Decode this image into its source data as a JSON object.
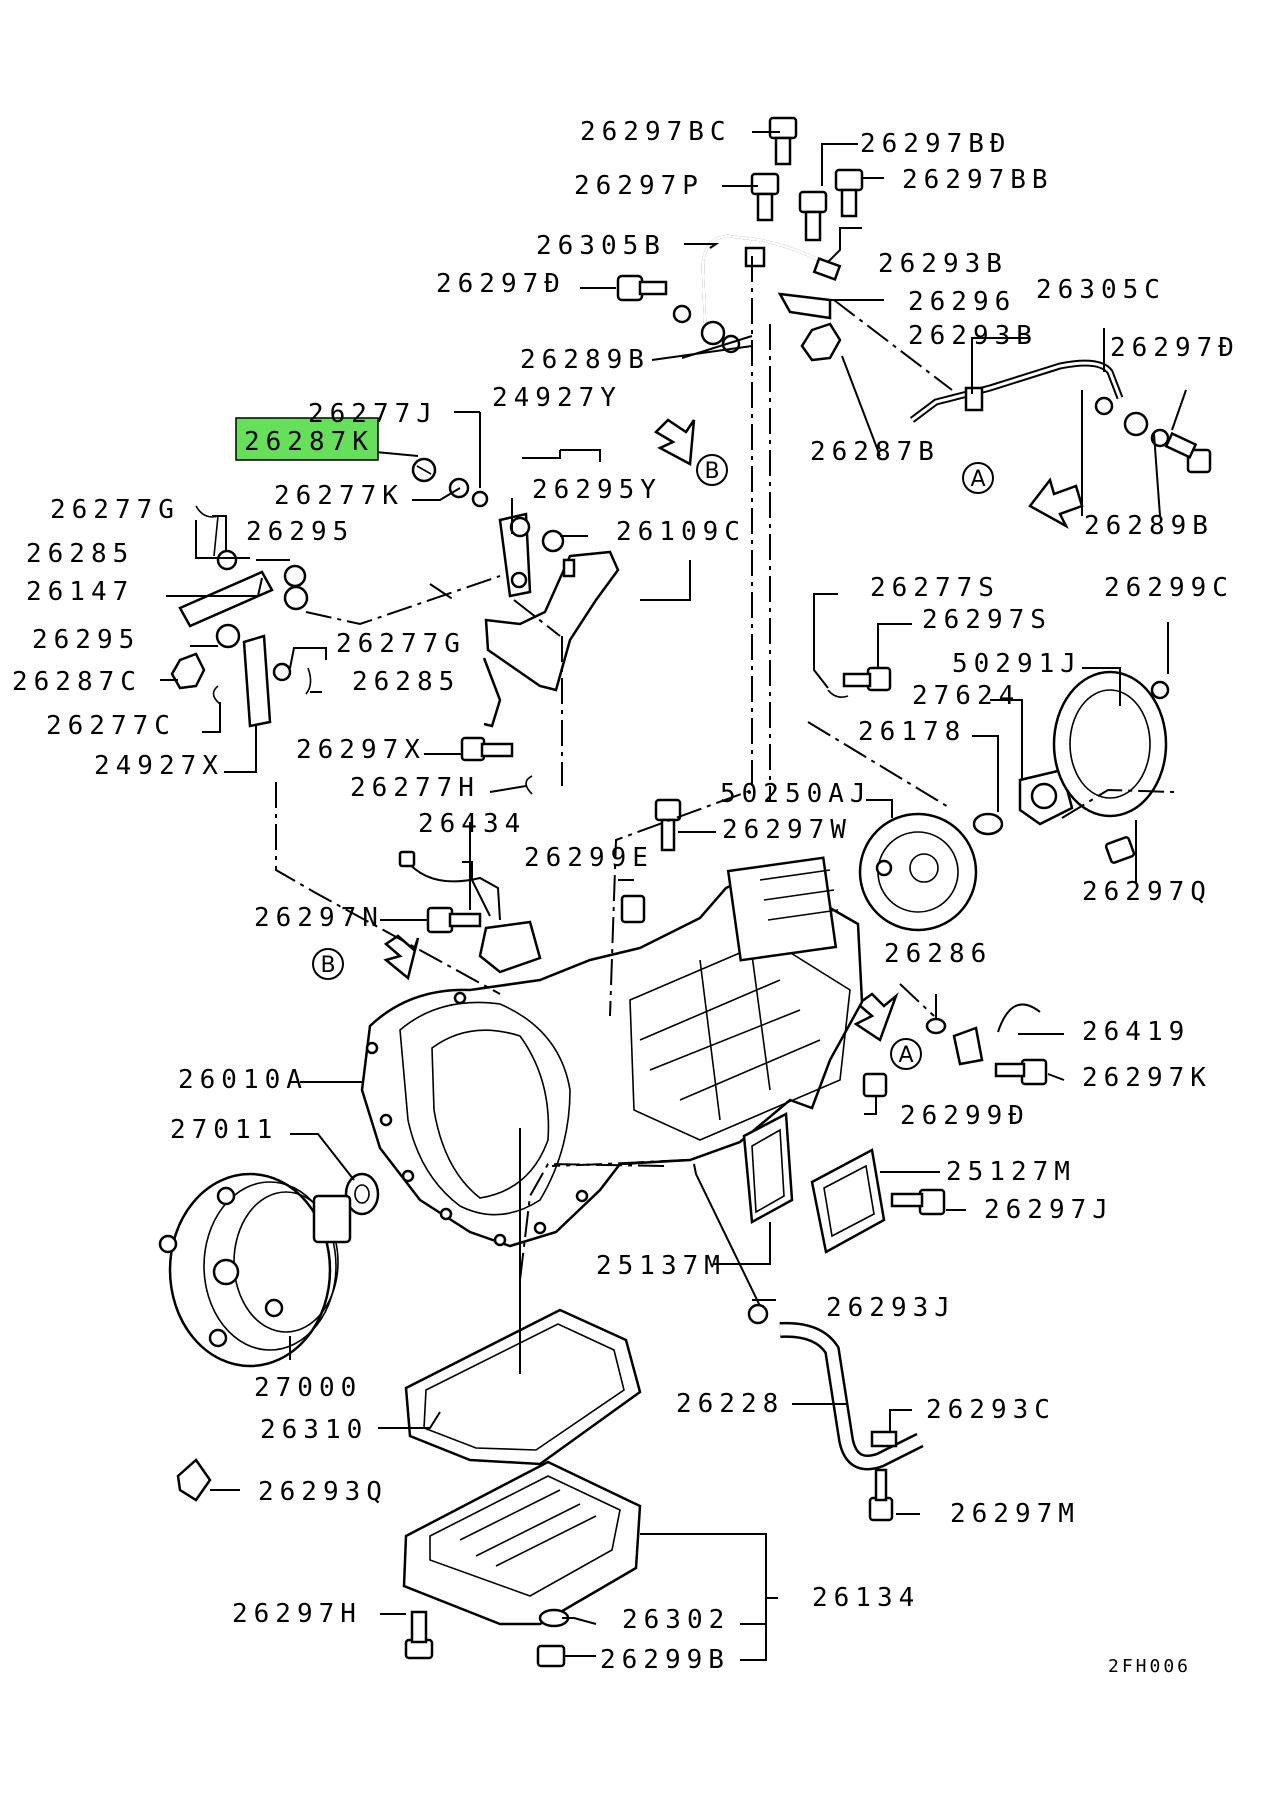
{
  "diagram": {
    "highlighted_part": "26287K",
    "highlight_color": "#66e05a",
    "figure_code": "2FH006",
    "callout_letters": {
      "a": "A",
      "b": "B"
    },
    "labels": {
      "p26297BC": "26297BC",
      "p26297BD": "26297BĐ",
      "p26297P": "26297P",
      "p26297BB": "26297BB",
      "p26305B": "26305B",
      "p26293B_1": "26293B",
      "p26297D_1": "26297Đ",
      "p26296": "26296",
      "p26305C": "26305C",
      "p26293B_2": "26293B",
      "p26297D_2": "26297Đ",
      "p26289B_1": "26289B",
      "p26277J": "26277J",
      "p24927Y": "24927Y",
      "p26287K": "26287K",
      "p26287B": "26287B",
      "p26277K": "26277K",
      "p26295Y": "26295Y",
      "p26289B_2": "26289B",
      "p26277G_1": "26277G",
      "p26295_1": "26295",
      "p26109C": "26109C",
      "p26285_1": "26285",
      "p26147": "26147",
      "p26295_2": "26295",
      "p26277G_2": "26277G",
      "p26287C": "26287C",
      "p26285_2": "26285",
      "p26277C": "26277C",
      "p24927X": "24927X",
      "p26297X": "26297X",
      "p26277H": "26277H",
      "p26277S": "26277S",
      "p26299C": "26299C",
      "p26297S": "26297S",
      "p50291J": "50291J",
      "p27624": "27624",
      "p26178": "26178",
      "p50250AJ": "50250AJ",
      "p26297W": "26297W",
      "p26434": "26434",
      "p26299E": "26299E",
      "p26297Q": "26297Q",
      "p26297N": "26297N",
      "p26286": "26286",
      "p26419": "26419",
      "p26297K": "26297K",
      "p26010A": "26010A",
      "p26299D": "26299Đ",
      "p27011": "27011",
      "p25127M": "25127M",
      "p26297J": "26297J",
      "p25137M": "25137M",
      "p26293J": "26293J",
      "p27000": "27000",
      "p26228": "26228",
      "p26310": "26310",
      "p26293C": "26293C",
      "p26293Q": "26293Q",
      "p26297M": "26297M",
      "p26134": "26134",
      "p26297H": "26297H",
      "p26302": "26302",
      "p26299B": "26299B"
    }
  }
}
